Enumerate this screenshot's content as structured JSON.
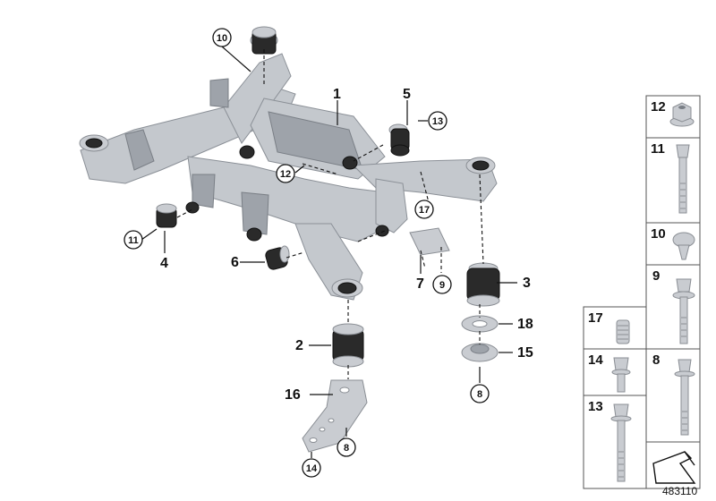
{
  "callouts": {
    "n1": "1",
    "n2": "2",
    "n3": "3",
    "n4": "4",
    "n5": "5",
    "n6": "6",
    "n7": "7",
    "n8a": "8",
    "n8b": "8",
    "n9": "9",
    "n10": "10",
    "n11": "11",
    "n12": "12",
    "n13": "13",
    "n14": "14",
    "n15": "15",
    "n16": "16",
    "n17": "17",
    "n18": "18"
  },
  "parts_table": {
    "r12": "12",
    "r11": "11",
    "r10": "10",
    "r9": "9",
    "r17": "17",
    "r14": "14",
    "r8": "8",
    "r13": "13"
  },
  "doc_number": "483110"
}
